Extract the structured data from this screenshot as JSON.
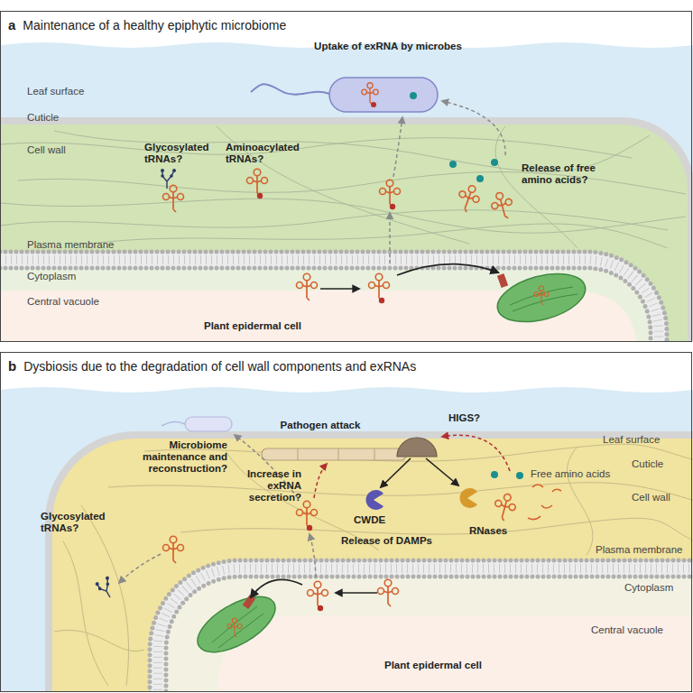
{
  "diagram": {
    "nodes": [
      {
        "text": [
          "a",
          "Maintenance of a healthy epiphytic microbiome"
        ]
      },
      {
        "text": [
          "b",
          "Dysbiosis due to the degradation of cell wall components and exRNAs"
        ]
      }
    ],
    "labels": [
      "Uptake of exRNA by microbes",
      "Leaf surface",
      "Cuticle",
      "Cell wall",
      "Glycosylated tRNAs?",
      "Aminoacylated tRNAs?",
      "Release of free amino acids?",
      "Plasma membrane",
      "Cytoplasm",
      "Central vacuole",
      "Plant epidermal cell",
      "Pathogen attack",
      "HIGS?",
      "Leaf surface",
      "Microbiome maintenance and reconstruction?",
      "Cuticle",
      "Free amino acids",
      "Increase in exRNA secretion?",
      "CWDE",
      "Cell wall",
      "Glycosylated tRNAs?",
      "Release of DAMPs",
      "RNases",
      "Plasma membrane",
      "Cytoplasm",
      "Central vacuole",
      "Plant epidermal cell"
    ]
  }
}
